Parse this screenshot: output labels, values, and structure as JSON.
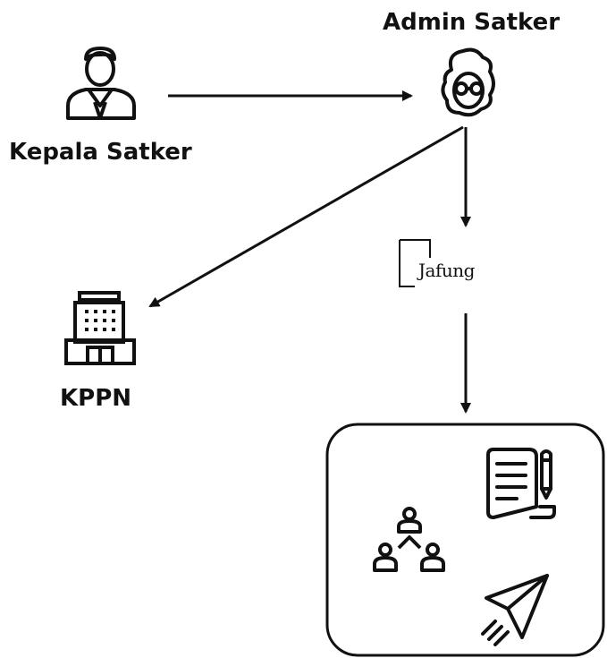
{
  "nodes": {
    "admin": {
      "label": "Admin Satker",
      "icon": "admin-person-glasses-icon"
    },
    "kepala": {
      "label": "Kepala Satker",
      "icon": "manager-person-icon"
    },
    "kppn": {
      "label": "KPPN",
      "icon": "office-building-icon"
    },
    "app": {
      "label": "Jafung",
      "icon": "application-logo-icon"
    },
    "services": {
      "icons": [
        "document-edit-icon",
        "team-hierarchy-icon",
        "paper-plane-send-icon"
      ]
    }
  },
  "edges": [
    {
      "from": "kepala",
      "to": "admin"
    },
    {
      "from": "admin",
      "to": "kppn"
    },
    {
      "from": "admin",
      "to": "app"
    },
    {
      "from": "app",
      "to": "services"
    }
  ],
  "colors": {
    "stroke": "#111111",
    "background": "#ffffff"
  }
}
